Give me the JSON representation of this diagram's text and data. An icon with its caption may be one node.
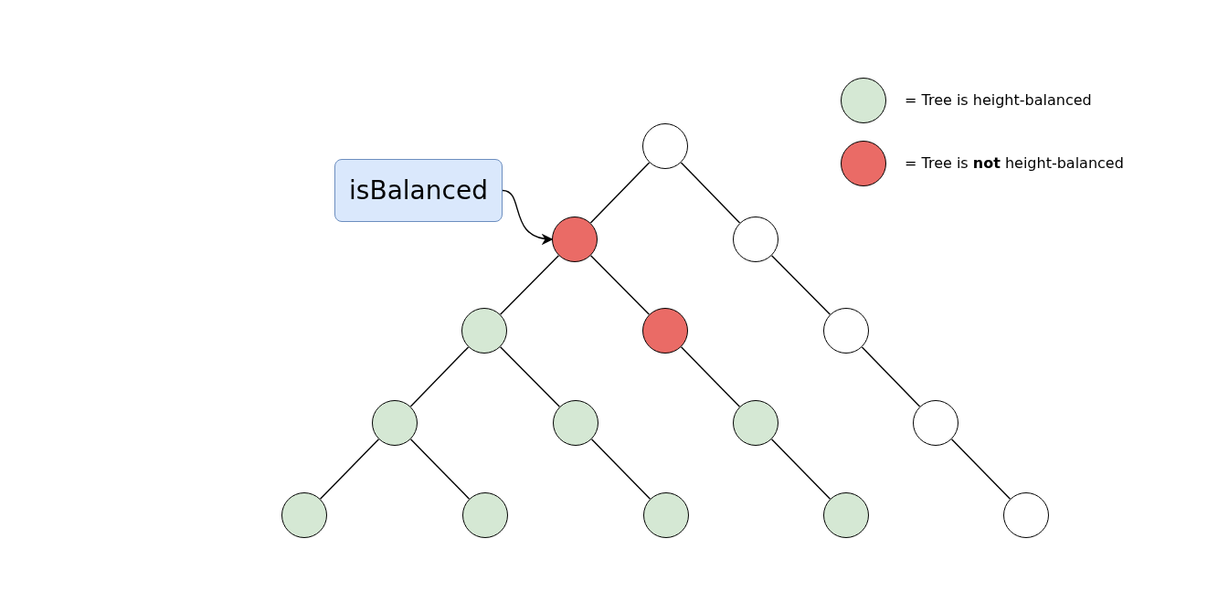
{
  "diagram": {
    "nodes": [
      {
        "text": [],
        "shape": "circle"
      },
      {
        "text": [],
        "shape": "circle"
      },
      {
        "text": [],
        "shape": "circle"
      },
      {
        "text": [],
        "shape": "circle"
      },
      {
        "text": [],
        "shape": "circle"
      },
      {
        "text": [],
        "shape": "circle"
      },
      {
        "text": [],
        "shape": "circle"
      },
      {
        "text": [],
        "shape": "circle"
      },
      {
        "text": [],
        "shape": "circle"
      },
      {
        "text": [],
        "shape": "circle"
      },
      {
        "text": [],
        "shape": "circle"
      },
      {
        "text": [],
        "shape": "circle"
      },
      {
        "text": [],
        "shape": "circle"
      },
      {
        "text": [],
        "shape": "circle"
      },
      {
        "text": [],
        "shape": "circle"
      },
      {
        "text": [
          "isBalanced"
        ]
      }
    ],
    "edges": [
      {
        "from": 0,
        "to": 1,
        "arrow": "none"
      },
      {
        "from": 0,
        "to": 2,
        "arrow": "none"
      },
      {
        "from": 1,
        "to": 3,
        "arrow": "none"
      },
      {
        "from": 1,
        "to": 4,
        "arrow": "none"
      },
      {
        "from": 2,
        "to": 5,
        "arrow": "none"
      },
      {
        "from": 3,
        "to": 6,
        "arrow": "none"
      },
      {
        "from": 3,
        "to": 7,
        "arrow": "none"
      },
      {
        "from": 4,
        "to": 8,
        "arrow": "none"
      },
      {
        "from": 5,
        "to": 9,
        "arrow": "none"
      },
      {
        "from": 6,
        "to": 10,
        "arrow": "none"
      },
      {
        "from": 6,
        "to": 11,
        "arrow": "none"
      },
      {
        "from": 7,
        "to": 12,
        "arrow": "none"
      },
      {
        "from": 8,
        "to": 13,
        "arrow": "none"
      },
      {
        "from": 9,
        "to": 14,
        "arrow": "none"
      },
      {
        "from": 15,
        "to": 1,
        "arrow": "to"
      }
    ],
    "legend": [
      {
        "text": "= Tree is height-balanced",
        "color": "#d5e8d4"
      },
      {
        "text": "= Tree is **not** height-balanced",
        "color": "#ea6b66"
      }
    ]
  }
}
